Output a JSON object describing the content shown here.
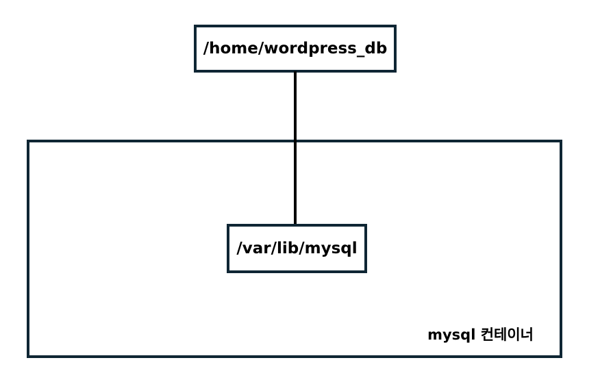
{
  "host": {
    "path": "/home/wordpress_db"
  },
  "container": {
    "label": "mysql 컨테이너",
    "path": "/var/lib/mysql"
  },
  "colors": {
    "border": "#0f2634",
    "line": "#000000",
    "background": "#ffffff"
  }
}
